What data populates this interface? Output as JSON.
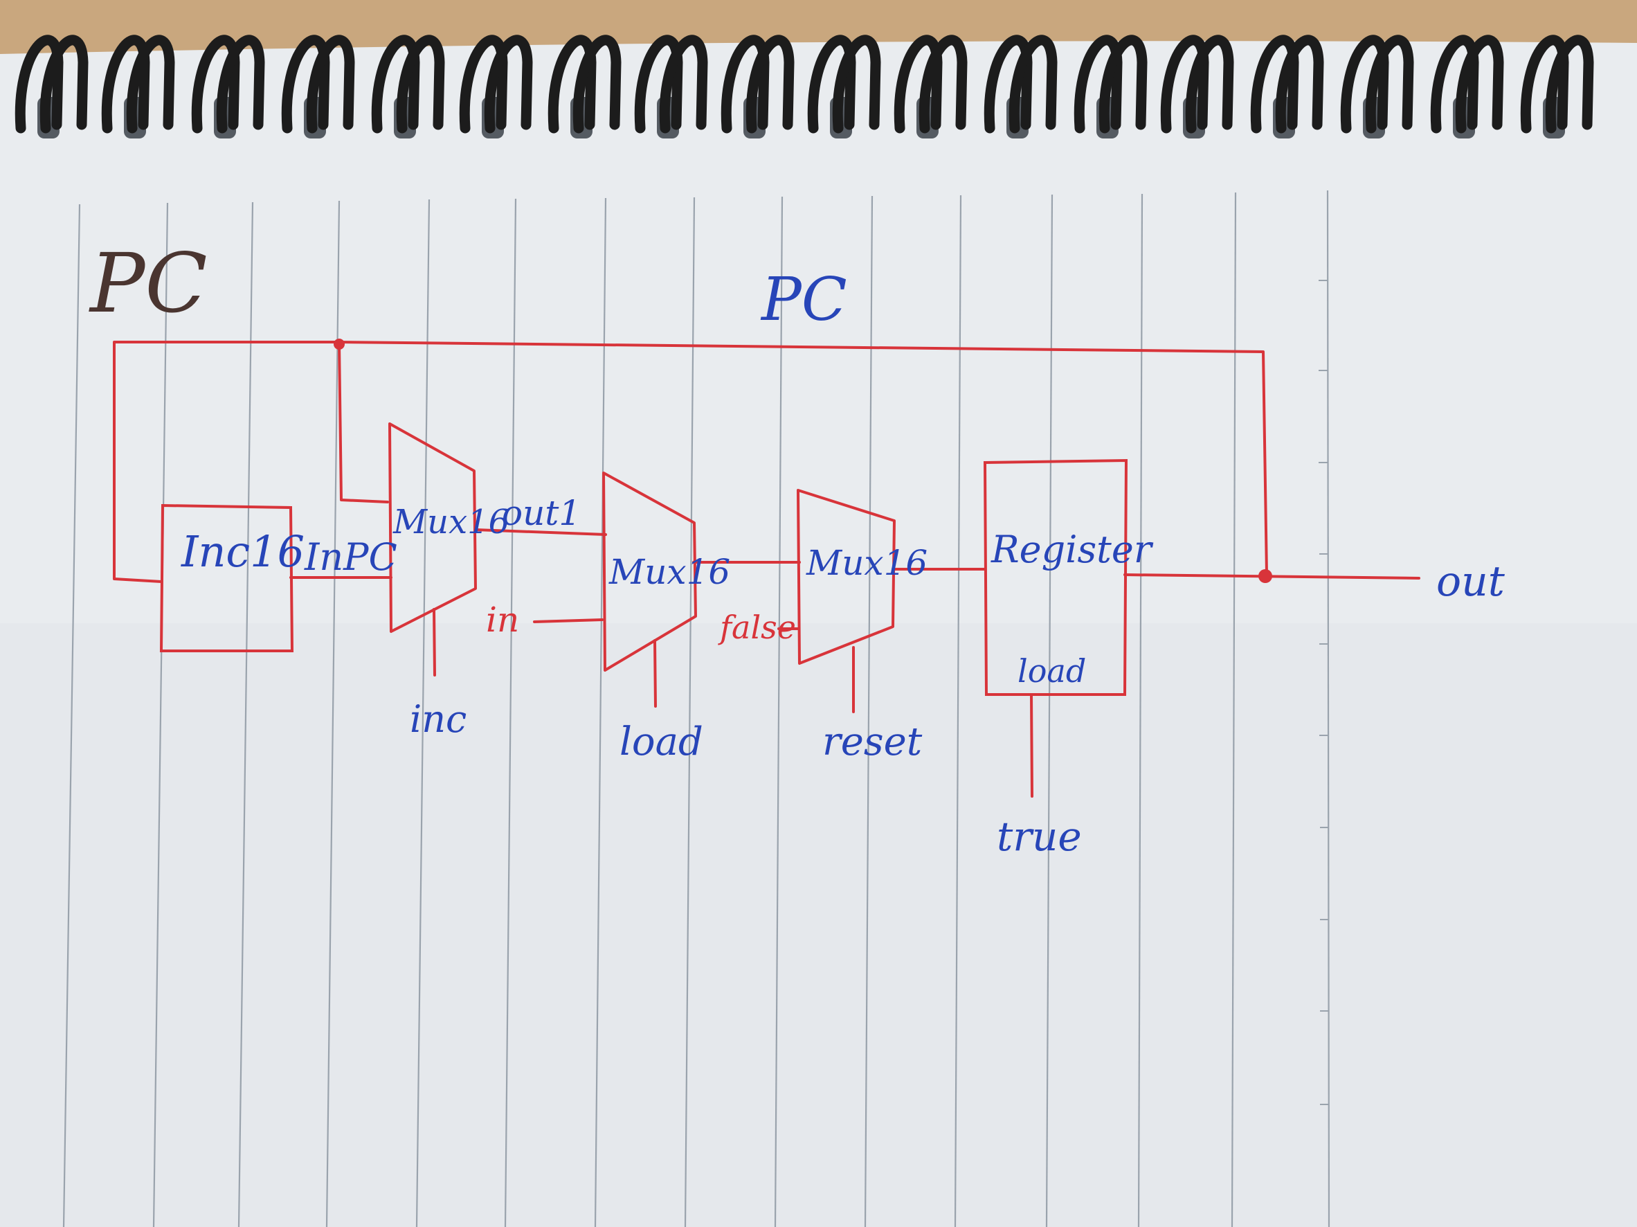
{
  "page_title": "PC",
  "diagram_title": "PC",
  "colors": {
    "paper": "#e9ecef",
    "wire": "#d8343a",
    "ink_blue": "#2745b8",
    "pencil": "#4a3530",
    "desk": "#c9a77e",
    "ruling": "#9aa3ad",
    "coil": "#1c1c1c"
  },
  "components": {
    "inc16": {
      "label": "Inc16"
    },
    "mux1": {
      "label": "Mux16",
      "select": "inc"
    },
    "mux2": {
      "label": "Mux16",
      "select": "load"
    },
    "mux3": {
      "label": "Mux16",
      "select": "reset"
    },
    "register": {
      "label": "Register",
      "load_label": "load",
      "load_value": "true"
    }
  },
  "signals": {
    "inpc": "InPC",
    "out1": "out1",
    "in": "in",
    "false": "false",
    "out": "out"
  }
}
